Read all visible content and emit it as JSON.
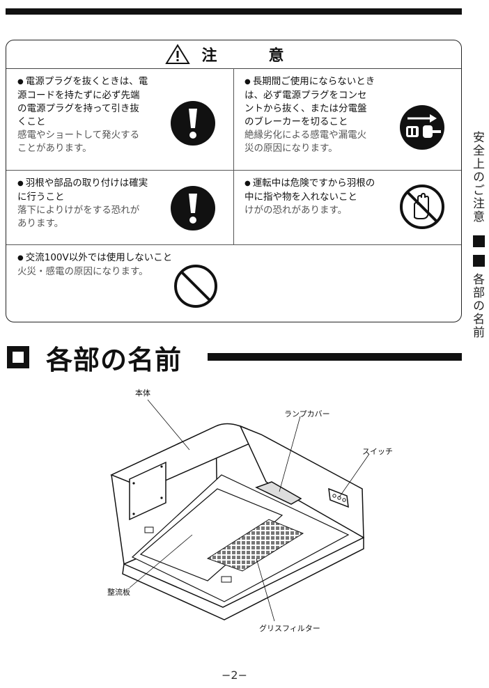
{
  "caution": {
    "title": "注　意",
    "cells": [
      {
        "main": [
          "電源プラグを抜くときは、電",
          "源コードを持たずに必ず先端",
          "の電源プラグを持って引き抜",
          "くこと"
        ],
        "sub": [
          "感電やショートして発火する",
          "ことがあります。"
        ],
        "icon": "exclamation-icon"
      },
      {
        "main": [
          "長期間ご使用にならないとき",
          "は、必ず電源プラグをコンセ",
          "ントから抜く、または分電盤",
          "のブレーカーを切ること"
        ],
        "sub": [
          "絶縁劣化による感電や漏電火",
          "災の原因になります。"
        ],
        "icon": "unplug-icon"
      },
      {
        "main": [
          "羽根や部品の取り付けは確実",
          "に行うこと"
        ],
        "sub": [
          "落下によりけがをする恐れが",
          "あります。"
        ],
        "icon": "exclamation-icon"
      },
      {
        "main": [
          "運転中は危険ですから羽根の",
          "中に指や物を入れないこと"
        ],
        "sub": [
          "けがの恐れがあります。"
        ],
        "icon": "no-hand-icon"
      },
      {
        "main": [
          "交流100V以外では使用しないこと"
        ],
        "sub": [
          "火災・感電の原因になります。"
        ],
        "icon": "prohibited-icon"
      }
    ]
  },
  "side": {
    "text1": "安全上のご注意",
    "text2": "各部の名前"
  },
  "section": {
    "title": "各部の名前"
  },
  "labels": {
    "body": "本体",
    "lamp_cover": "ランプカバー",
    "switch": "スイッチ",
    "rectifier_plate": "整流板",
    "grease_filter": "グリスフィルター"
  },
  "page_number": "−2−"
}
